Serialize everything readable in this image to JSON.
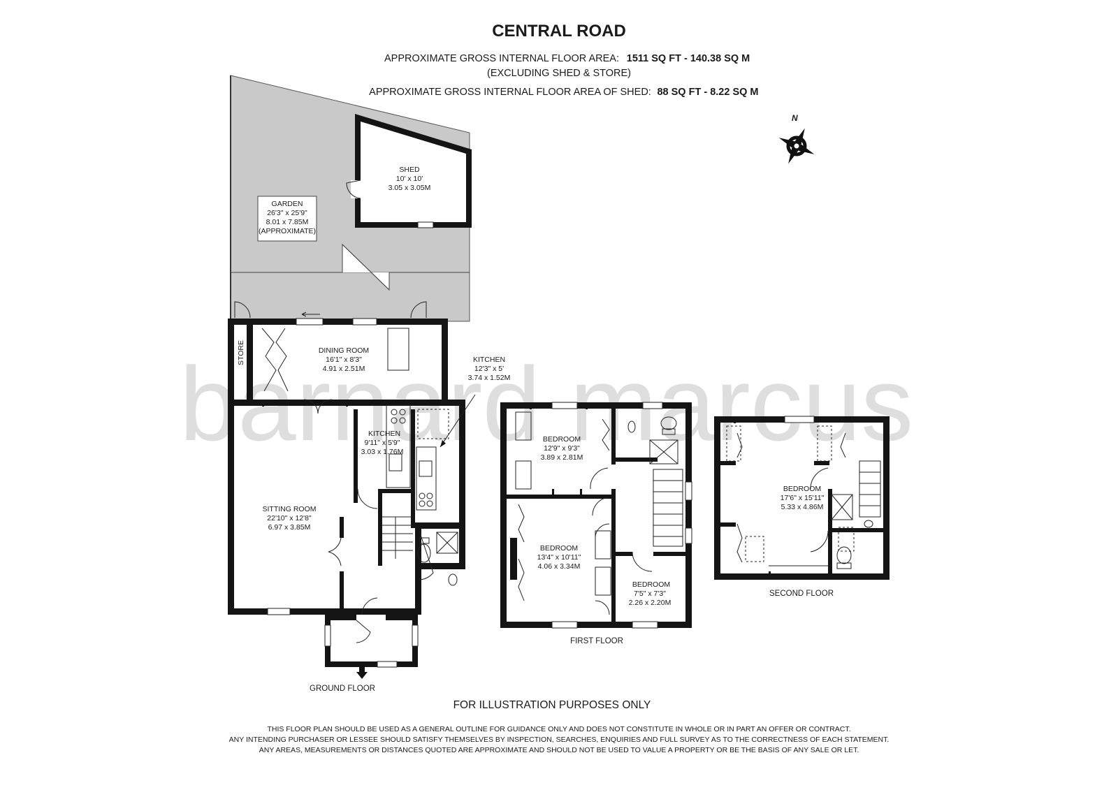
{
  "header": {
    "title": "CENTRAL ROAD",
    "line1_prefix": "APPROXIMATE GROSS INTERNAL FLOOR AREA:",
    "line1_value": "1511 SQ FT  -  140.38 SQ M",
    "line2": "(EXCLUDING SHED & STORE)",
    "line3_prefix": "APPROXIMATE GROSS INTERNAL FLOOR AREA OF SHED:",
    "line3_value": "88 SQ FT  -  8.22 SQ M"
  },
  "compass": {
    "label": "N"
  },
  "watermark": "barnard marcus",
  "rooms": {
    "garden": {
      "name": "GARDEN",
      "imperial": "26'3\" x 25'9\"",
      "metric": "8.01 x 7.85M",
      "note": "(APPROXIMATE)"
    },
    "shed": {
      "name": "SHED",
      "imperial": "10' x 10'",
      "metric": "3.05 x 3.05M"
    },
    "store": {
      "name": "STORE"
    },
    "dining": {
      "name": "DINING ROOM",
      "imperial": "16'1\" x 8'3\"",
      "metric": "4.91 x 2.51M"
    },
    "kitchen_ext": {
      "name": "KITCHEN",
      "imperial": "12'3\" x 5'",
      "metric": "3.74 x 1.52M"
    },
    "kitchen": {
      "name": "KITCHEN",
      "imperial": "9'11\" x 5'9\"",
      "metric": "3.03 x 1.76M"
    },
    "sitting": {
      "name": "SITTING ROOM",
      "imperial": "22'10\" x 12'8\"",
      "metric": "6.97 x 3.85M"
    },
    "bed_ff1": {
      "name": "BEDROOM",
      "imperial": "12'9\" x 9'3\"",
      "metric": "3.89 x 2.81M"
    },
    "bed_ff2": {
      "name": "BEDROOM",
      "imperial": "13'4\" x 10'11\"",
      "metric": "4.06 x 3.34M"
    },
    "bed_ff3": {
      "name": "BEDROOM",
      "imperial": "7'5\" x 7'3\"",
      "metric": "2.26 x 2.20M"
    },
    "bed_sf": {
      "name": "BEDROOM",
      "imperial": "17'6\" x 15'11\"",
      "metric": "5.33 x 4.86M"
    }
  },
  "floors": {
    "ground": "GROUND FLOOR",
    "first": "FIRST FLOOR",
    "second": "SECOND FLOOR"
  },
  "footer": {
    "illustration": "FOR ILLUSTRATION PURPOSES ONLY",
    "disclaimer1": "THIS FLOOR PLAN SHOULD BE USED AS A GENERAL OUTLINE FOR GUIDANCE ONLY AND DOES NOT CONSTITUTE IN WHOLE OR IN PART AN OFFER OR CONTRACT.",
    "disclaimer2": "ANY INTENDING PURCHASER OR LESSEE SHOULD SATISFY THEMSELVES BY INSPECTION, SEARCHES, ENQUIRIES AND FULL SURVEY AS TO THE CORRECTNESS OF EACH STATEMENT.",
    "disclaimer3": "ANY AREAS, MEASUREMENTS OR DISTANCES QUOTED ARE APPROXIMATE AND SHOULD NOT BE USED TO VALUE A PROPERTY OR BE THE BASIS OF ANY SALE OR LET."
  }
}
